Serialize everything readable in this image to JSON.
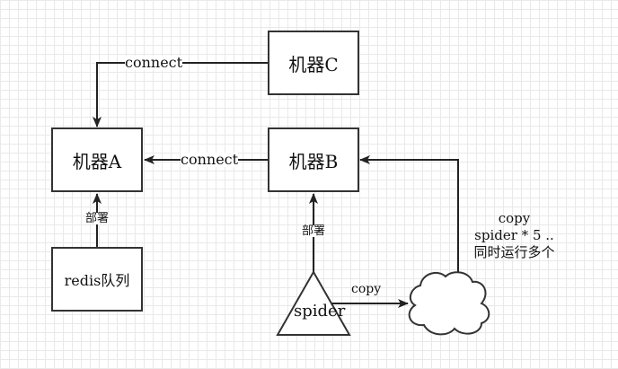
{
  "nodes": {
    "machine_a": "机器A",
    "machine_b": "机器B",
    "machine_c": "机器C",
    "redis_queue": "redis队列",
    "spider": "spider"
  },
  "edges": {
    "c_to_a": "connect",
    "b_to_a": "connect",
    "redis_to_a": "部署",
    "spider_to_b": "部署",
    "spider_to_cloud": "copy"
  },
  "note": {
    "line1": "copy",
    "line2": "spider * 5 ..",
    "line3": "同时运行多个"
  }
}
